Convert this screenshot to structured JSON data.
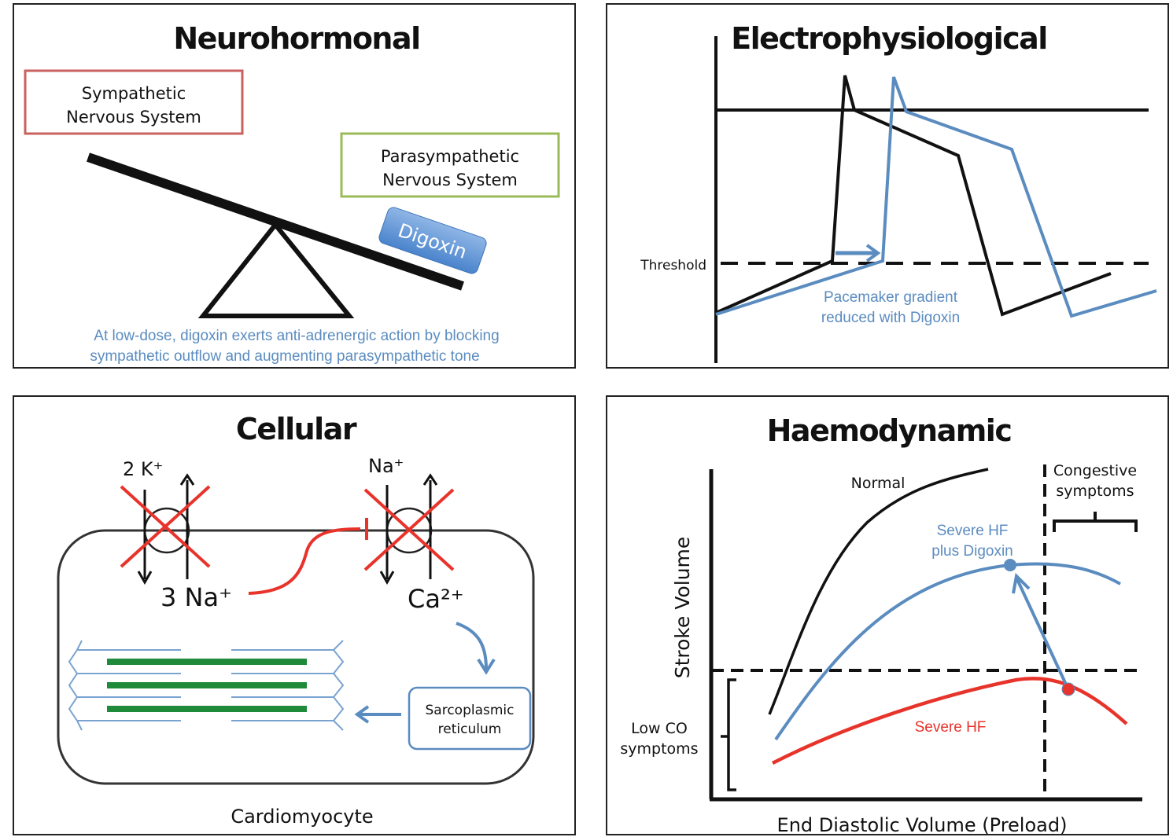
{
  "panels": {
    "neurohormonal": {
      "title": "Neurohormonal",
      "sympathetic_box": {
        "line1": "Sympathetic",
        "line2": "Nervous System",
        "border_color": "#c9625e"
      },
      "parasympathetic_box": {
        "line1": "Parasympathetic",
        "line2": "Nervous System",
        "border_color": "#9bbb59"
      },
      "digoxin_block": {
        "label": "Digoxin",
        "color": "#5b93d3"
      },
      "caption": {
        "line1": "At low-dose, digoxin exerts anti-adrenergic action by blocking",
        "line2": "sympathetic outflow and augmenting parasympathetic tone",
        "color": "#5b8cc0"
      }
    },
    "electrophysiological": {
      "title": "Electrophysiological",
      "threshold_label": "Threshold",
      "annotation": {
        "line1": "Pacemaker gradient",
        "line2": "reduced with Digoxin"
      },
      "series": [
        {
          "name": "normal",
          "color": "#111111"
        },
        {
          "name": "with-digoxin",
          "color": "#5b8cc0"
        }
      ]
    },
    "cellular": {
      "title": "Cellular",
      "pump_label_top": "2 K⁺",
      "pump_label_bottom": "3 Na⁺",
      "exchanger_label_top": "Na⁺",
      "exchanger_label_bottom": "Ca²⁺",
      "sr_box": {
        "line1": "Sarcoplasmic",
        "line2": "reticulum"
      },
      "cell_label": "Cardiomyocyte",
      "inhibit_color": "#e8332b",
      "myofilament_color": "#1e8a3a",
      "flow_color": "#5b8cc0"
    },
    "haemodynamic": {
      "title": "Haemodynamic",
      "curve_labels": {
        "normal": "Normal",
        "digoxin_line1": "Severe HF",
        "digoxin_line2": "plus Digoxin",
        "severe": "Severe HF"
      },
      "congestive": {
        "line1": "Congestive",
        "line2": "symptoms"
      },
      "low_co": {
        "line1": "Low CO",
        "line2": "symptoms"
      },
      "ylabel": "Stroke Volume",
      "xlabel": "End Diastolic Volume (Preload)"
    }
  }
}
